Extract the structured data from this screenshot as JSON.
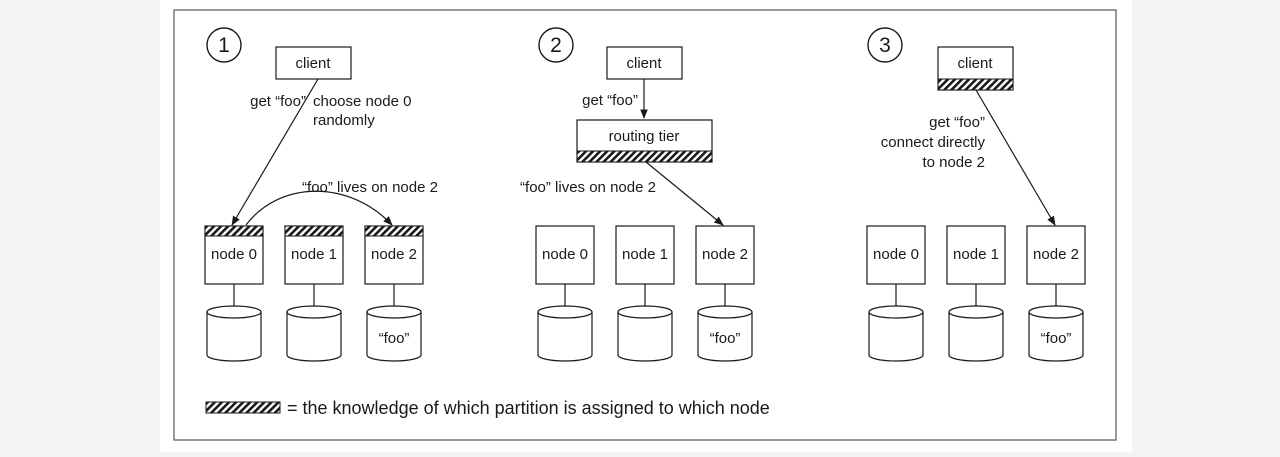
{
  "panels": [
    {
      "number": "1",
      "client": "client",
      "nodes": [
        "node 0",
        "node 1",
        "node 2"
      ],
      "db_contents": [
        "",
        "",
        "“foo”"
      ],
      "labels": {
        "get": "get “foo”",
        "choose_line1": "choose node 0",
        "choose_line2": "randomly",
        "lives": "“foo” lives on node 2"
      }
    },
    {
      "number": "2",
      "client": "client",
      "routing": "routing tier",
      "nodes": [
        "node 0",
        "node 1",
        "node 2"
      ],
      "db_contents": [
        "",
        "",
        "“foo”"
      ],
      "labels": {
        "get": "get “foo”",
        "lives": "“foo” lives on node 2"
      }
    },
    {
      "number": "3",
      "client": "client",
      "nodes": [
        "node 0",
        "node 1",
        "node 2"
      ],
      "db_contents": [
        "",
        "",
        "“foo”"
      ],
      "labels": {
        "line1": "get “foo”",
        "line2": "connect directly",
        "line3": "to node 2"
      }
    }
  ],
  "legend": "= the knowledge of which partition is assigned to which node",
  "colors": {
    "ink": "#1a1a1a",
    "background": "#f3f3f3",
    "panel": "#ffffff"
  }
}
